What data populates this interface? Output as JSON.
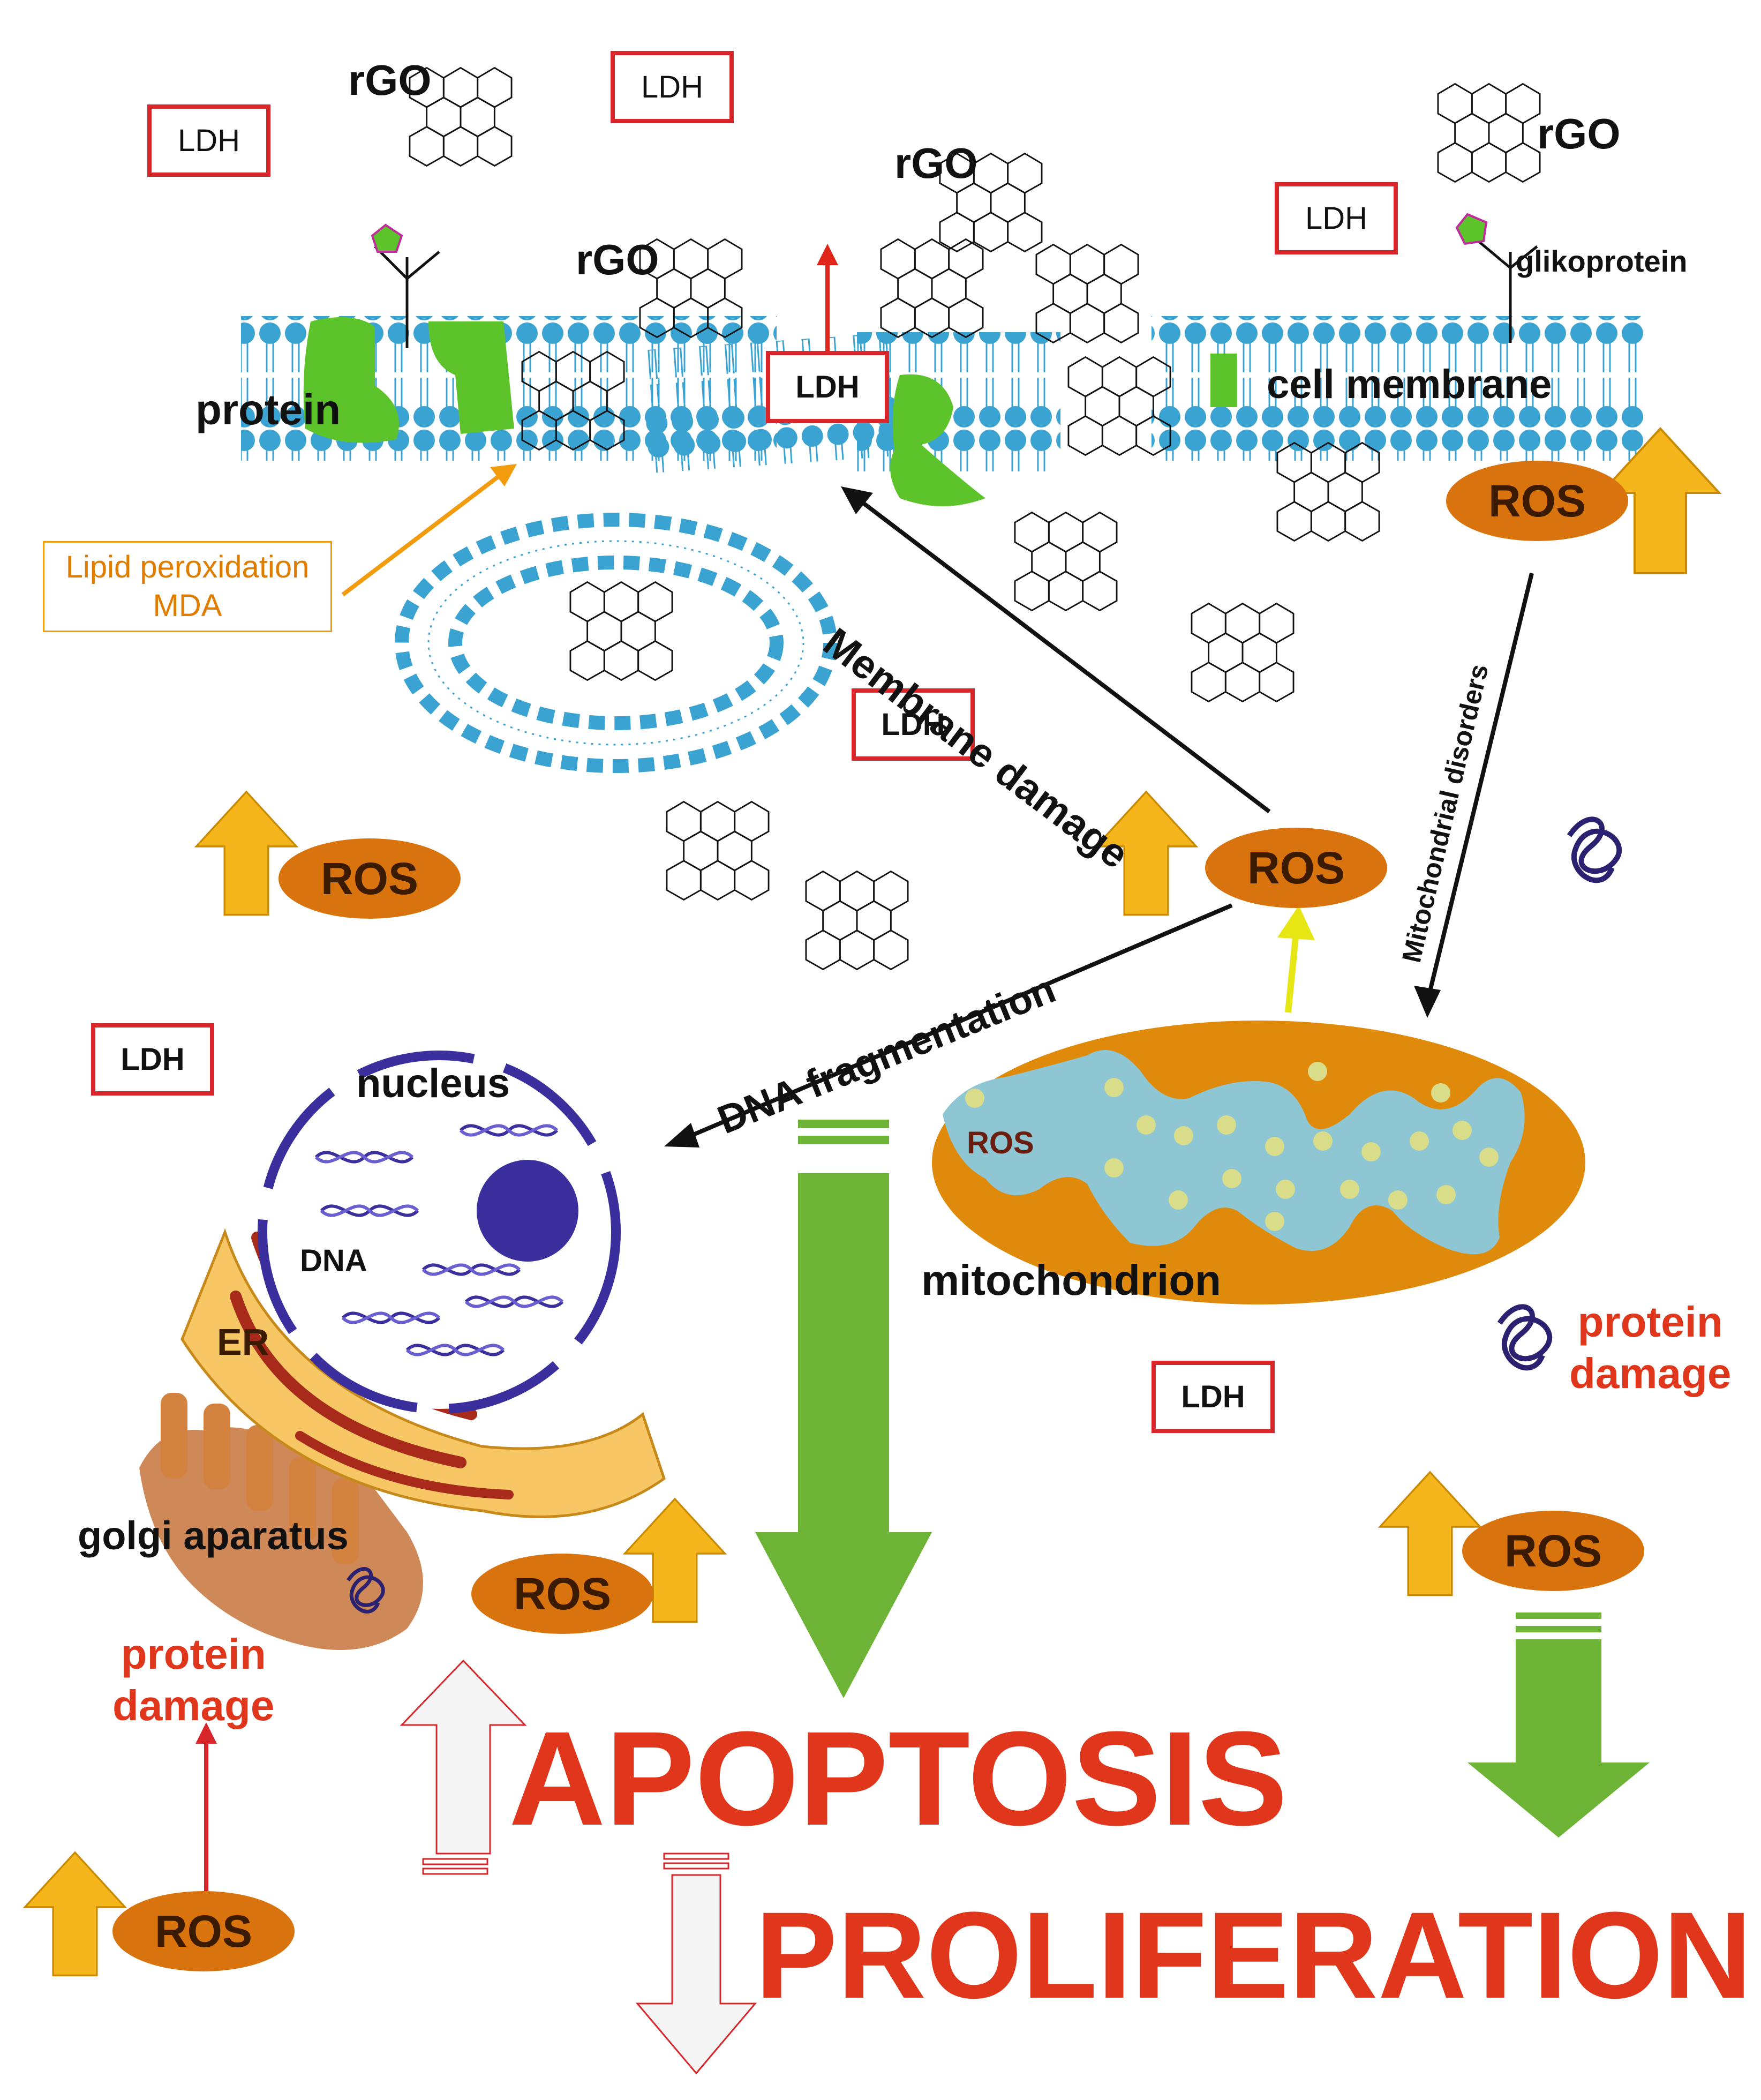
{
  "labels": {
    "rgo": "rGO",
    "ldh": "LDH",
    "ros": "ROS",
    "protein": "protein",
    "cell_membrane": "cell membrane",
    "glikoprotein": "glikoprotein",
    "lipid_peroxidation": "Lipid peroxidation",
    "mda": "MDA",
    "membrane_damage": "Membrane damage",
    "mitochondrial_disorders": "Mitochondrial disorders",
    "dna_fragmentation": "DNA fragmentation",
    "nucleus": "nucleus",
    "dna": "DNA",
    "er": "ER",
    "golgi": "golgi aparatus",
    "mitochondrion": "mitochondrion",
    "protein_damage_line1": "protein",
    "protein_damage_line2": "damage",
    "apoptosis": "APOPTOSIS",
    "proliferation": "PROLIFERATION"
  },
  "colors": {
    "lipid_head": "#3aa3d1",
    "protein_green": "#5cc32a",
    "ldh_border": "#d8262b",
    "ros_fill": "#d9730d",
    "up_arrow": "#f5b61b",
    "green_arrow": "#6db336",
    "result_text": "#e0361b",
    "nucleus_blue": "#3a2f9c",
    "mito_inner": "#8fc6d3"
  },
  "icons": [
    "rgo-hexagon-icon",
    "dna-helix-icon",
    "protein-coil-icon",
    "glycoprotein-icon",
    "up-arrow-icon"
  ]
}
